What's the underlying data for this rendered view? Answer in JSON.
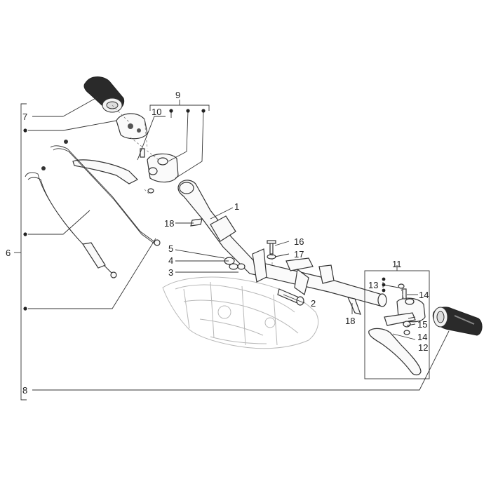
{
  "callouts": {
    "c1": "1",
    "c2": "2",
    "c3": "3",
    "c4": "4",
    "c5": "5",
    "c6": "6",
    "c7": "7",
    "c8": "8",
    "c9": "9",
    "c10": "10",
    "c11": "11",
    "c12": "12",
    "c13": "13",
    "c14a": "14",
    "c14b": "14",
    "c15": "15",
    "c16": "16",
    "c17": "17",
    "c18a": "18",
    "c18b": "18"
  },
  "colors": {
    "line": "#333333",
    "ghost": "#b8b8b8",
    "grip": "#2a2a2a",
    "background": "#ffffff"
  }
}
